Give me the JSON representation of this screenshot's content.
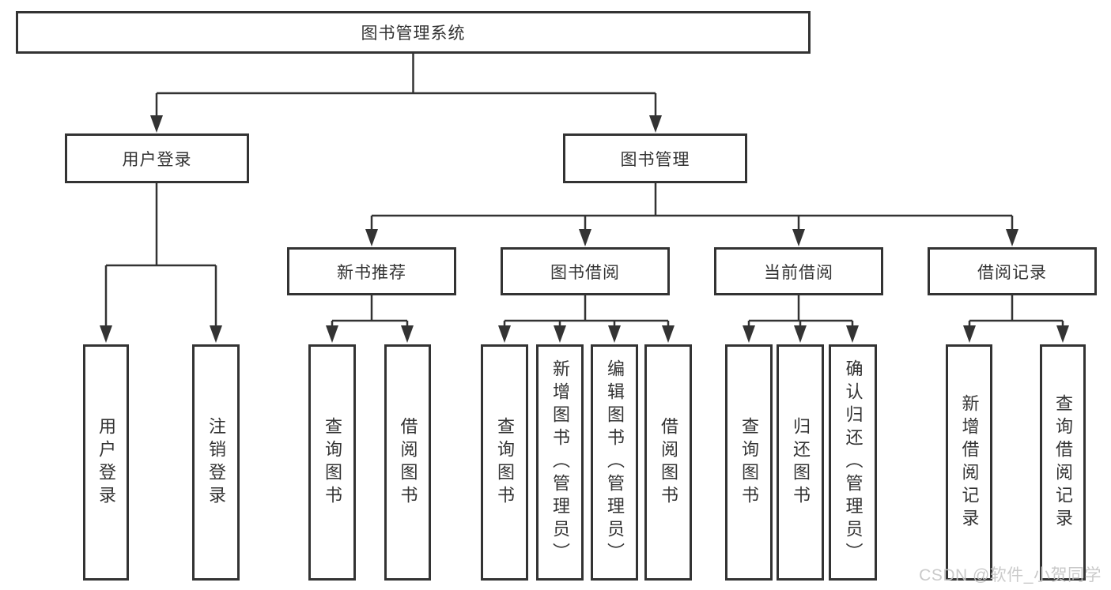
{
  "diagram": {
    "root": {
      "label": "图书管理系统"
    },
    "level2": [
      {
        "label": "用户登录"
      },
      {
        "label": "图书管理"
      }
    ],
    "level3": [
      {
        "label": "新书推荐"
      },
      {
        "label": "图书借阅"
      },
      {
        "label": "当前借阅"
      },
      {
        "label": "借阅记录"
      }
    ],
    "leaves": {
      "user_login": [
        "用户登录",
        "注销登录"
      ],
      "new_book": [
        "查询图书",
        "借阅图书"
      ],
      "book_borrow": [
        "查询图书",
        "新增图书（管理员）",
        "编辑图书（管理员）",
        "借阅图书"
      ],
      "current_borrow": [
        "查询图书",
        "归还图书",
        "确认归还（管理员）"
      ],
      "borrow_records": [
        "新增借阅记录",
        "查询借阅记录"
      ]
    }
  },
  "watermark": "CSDN @软件_小贺同学",
  "colors": {
    "line": "#333333",
    "box_border": "#333333",
    "text": "#333333",
    "background": "#ffffff",
    "watermark": "#c6c6c6"
  }
}
